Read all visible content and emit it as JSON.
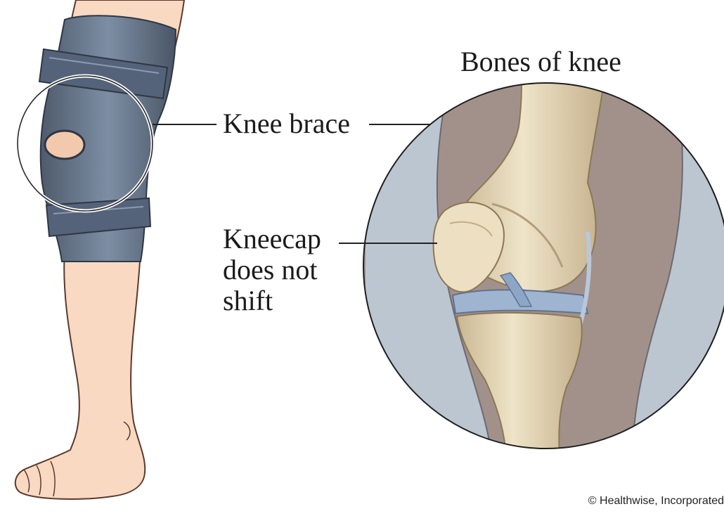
{
  "labels": {
    "title": "Bones of knee",
    "knee_brace": "Knee brace",
    "kneecap_lines": [
      "Kneecap",
      "does not",
      "shift"
    ]
  },
  "credit": "© Healthwise, Incorporated",
  "colors": {
    "skin": "#f9d9c2",
    "skin_outline": "#5a3a2e",
    "brace": "#6d7e93",
    "brace_dark": "#3f4c5c",
    "bone": "#e8dcc0",
    "bone_shadow": "#c7b595",
    "cartilage": "#9eb4d0",
    "tissue_bg": "#a2918a",
    "soft_tissue": "#b9c4cf"
  }
}
